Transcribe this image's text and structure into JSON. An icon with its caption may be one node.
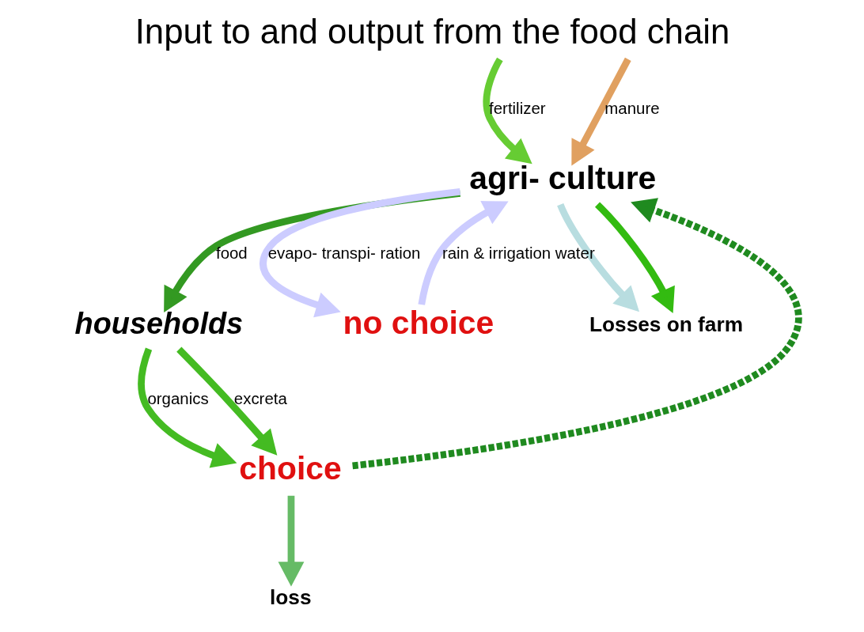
{
  "diagram": {
    "title": "Input to and output from the food chain",
    "nodes": [
      {
        "text": [
          "agri- culture"
        ]
      },
      {
        "text": [
          "households"
        ]
      },
      {
        "text": [
          "choice"
        ]
      },
      {
        "text": [
          "no choice"
        ]
      },
      {
        "text": [
          "loss"
        ]
      },
      {
        "text": [
          "Losses on farm"
        ]
      }
    ],
    "edges": [
      {
        "from": 3,
        "to": 0,
        "arrow": "to",
        "label": "rain & irrigation water",
        "color": "#ccccff"
      },
      {
        "from": null,
        "to": 0,
        "arrow": "to",
        "label": "fertilizer",
        "color": "#66cc33"
      },
      {
        "from": null,
        "to": 0,
        "arrow": "to",
        "label": "manure",
        "color": "#e0a060"
      },
      {
        "from": 0,
        "to": 3,
        "arrow": "to",
        "label": "evapo- transpi- ration",
        "color": "#ccccff"
      },
      {
        "from": 0,
        "to": 5,
        "arrow": "to",
        "color": "#b8dde0"
      },
      {
        "from": 0,
        "to": 5,
        "arrow": "to",
        "color": "#33bb11"
      },
      {
        "from": 0,
        "to": 1,
        "arrow": "to",
        "label": "food",
        "color": "#339922"
      },
      {
        "from": 1,
        "to": 2,
        "arrow": "to",
        "label": "organics",
        "color": "#44bb22"
      },
      {
        "from": 1,
        "to": 2,
        "arrow": "to",
        "label": "excreta",
        "color": "#44bb22"
      },
      {
        "from": 2,
        "to": 0,
        "arrow": "to",
        "style": "dashed",
        "color": "#1f8a1f"
      },
      {
        "from": 2,
        "to": 4,
        "arrow": "to",
        "color": "#66bb66"
      }
    ]
  }
}
